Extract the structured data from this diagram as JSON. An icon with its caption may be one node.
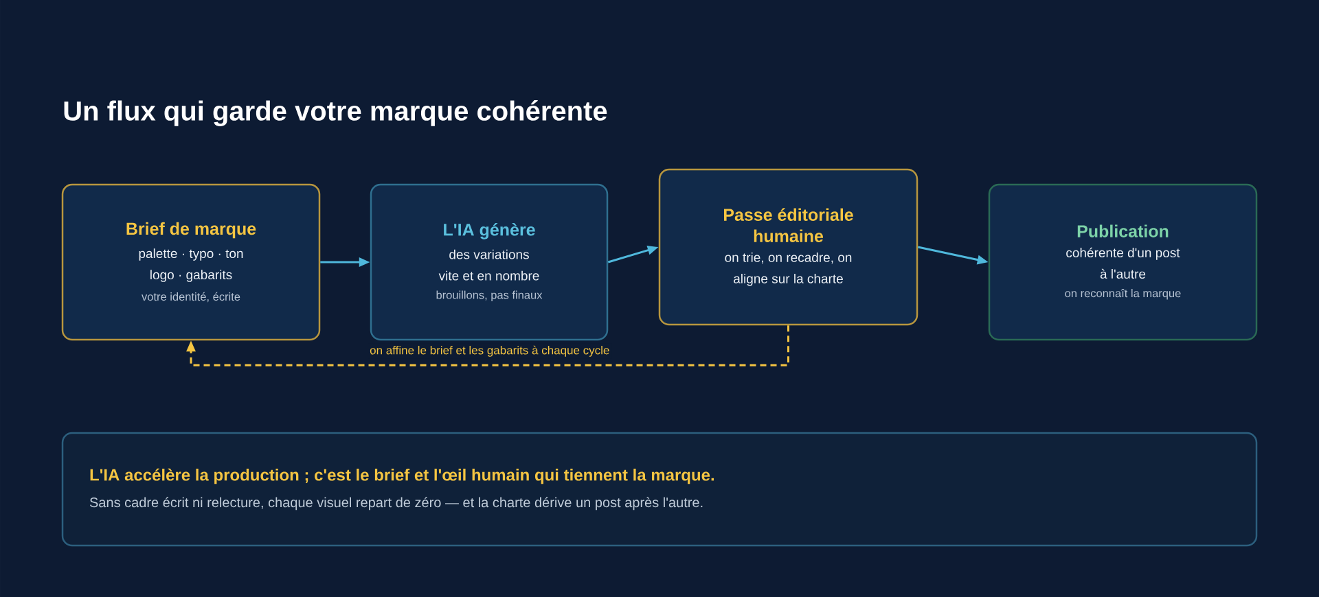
{
  "diagram": {
    "title": "Un flux qui garde votre marque cohérente",
    "nodes": [
      {
        "text": [
          "Brief de marque",
          "palette · typo · ton logo · gabarits",
          "votre identité, écrite"
        ]
      },
      {
        "text": [
          "L'IA génère",
          "des variations vite et en nombre",
          "brouillons, pas finaux"
        ]
      },
      {
        "text": [
          "Passe éditoriale humaine",
          "on trie, on recadre, on aligne sur la charte"
        ]
      },
      {
        "text": [
          "Publication",
          "cohérente d'un post à l'autre",
          "on reconnaît la marque"
        ]
      },
      {
        "text": [
          "L'IA accélère la production ; c'est le brief et l'œil humain qui tiennent la marque.",
          "Sans cadre écrit ni relecture, chaque visuel repart de zéro — et la charte dérive un post après l'autre."
        ]
      }
    ],
    "edges": [
      {
        "from": 0,
        "to": 1,
        "arrow": "to"
      },
      {
        "from": 1,
        "to": 2,
        "arrow": "to"
      },
      {
        "from": 2,
        "to": 3,
        "arrow": "to"
      },
      {
        "from": 2,
        "to": 0,
        "arrow": "to",
        "style": "dashed",
        "color": "#f5c542",
        "label": "on affine le brief et les gabarits à chaque cycle"
      }
    ]
  }
}
